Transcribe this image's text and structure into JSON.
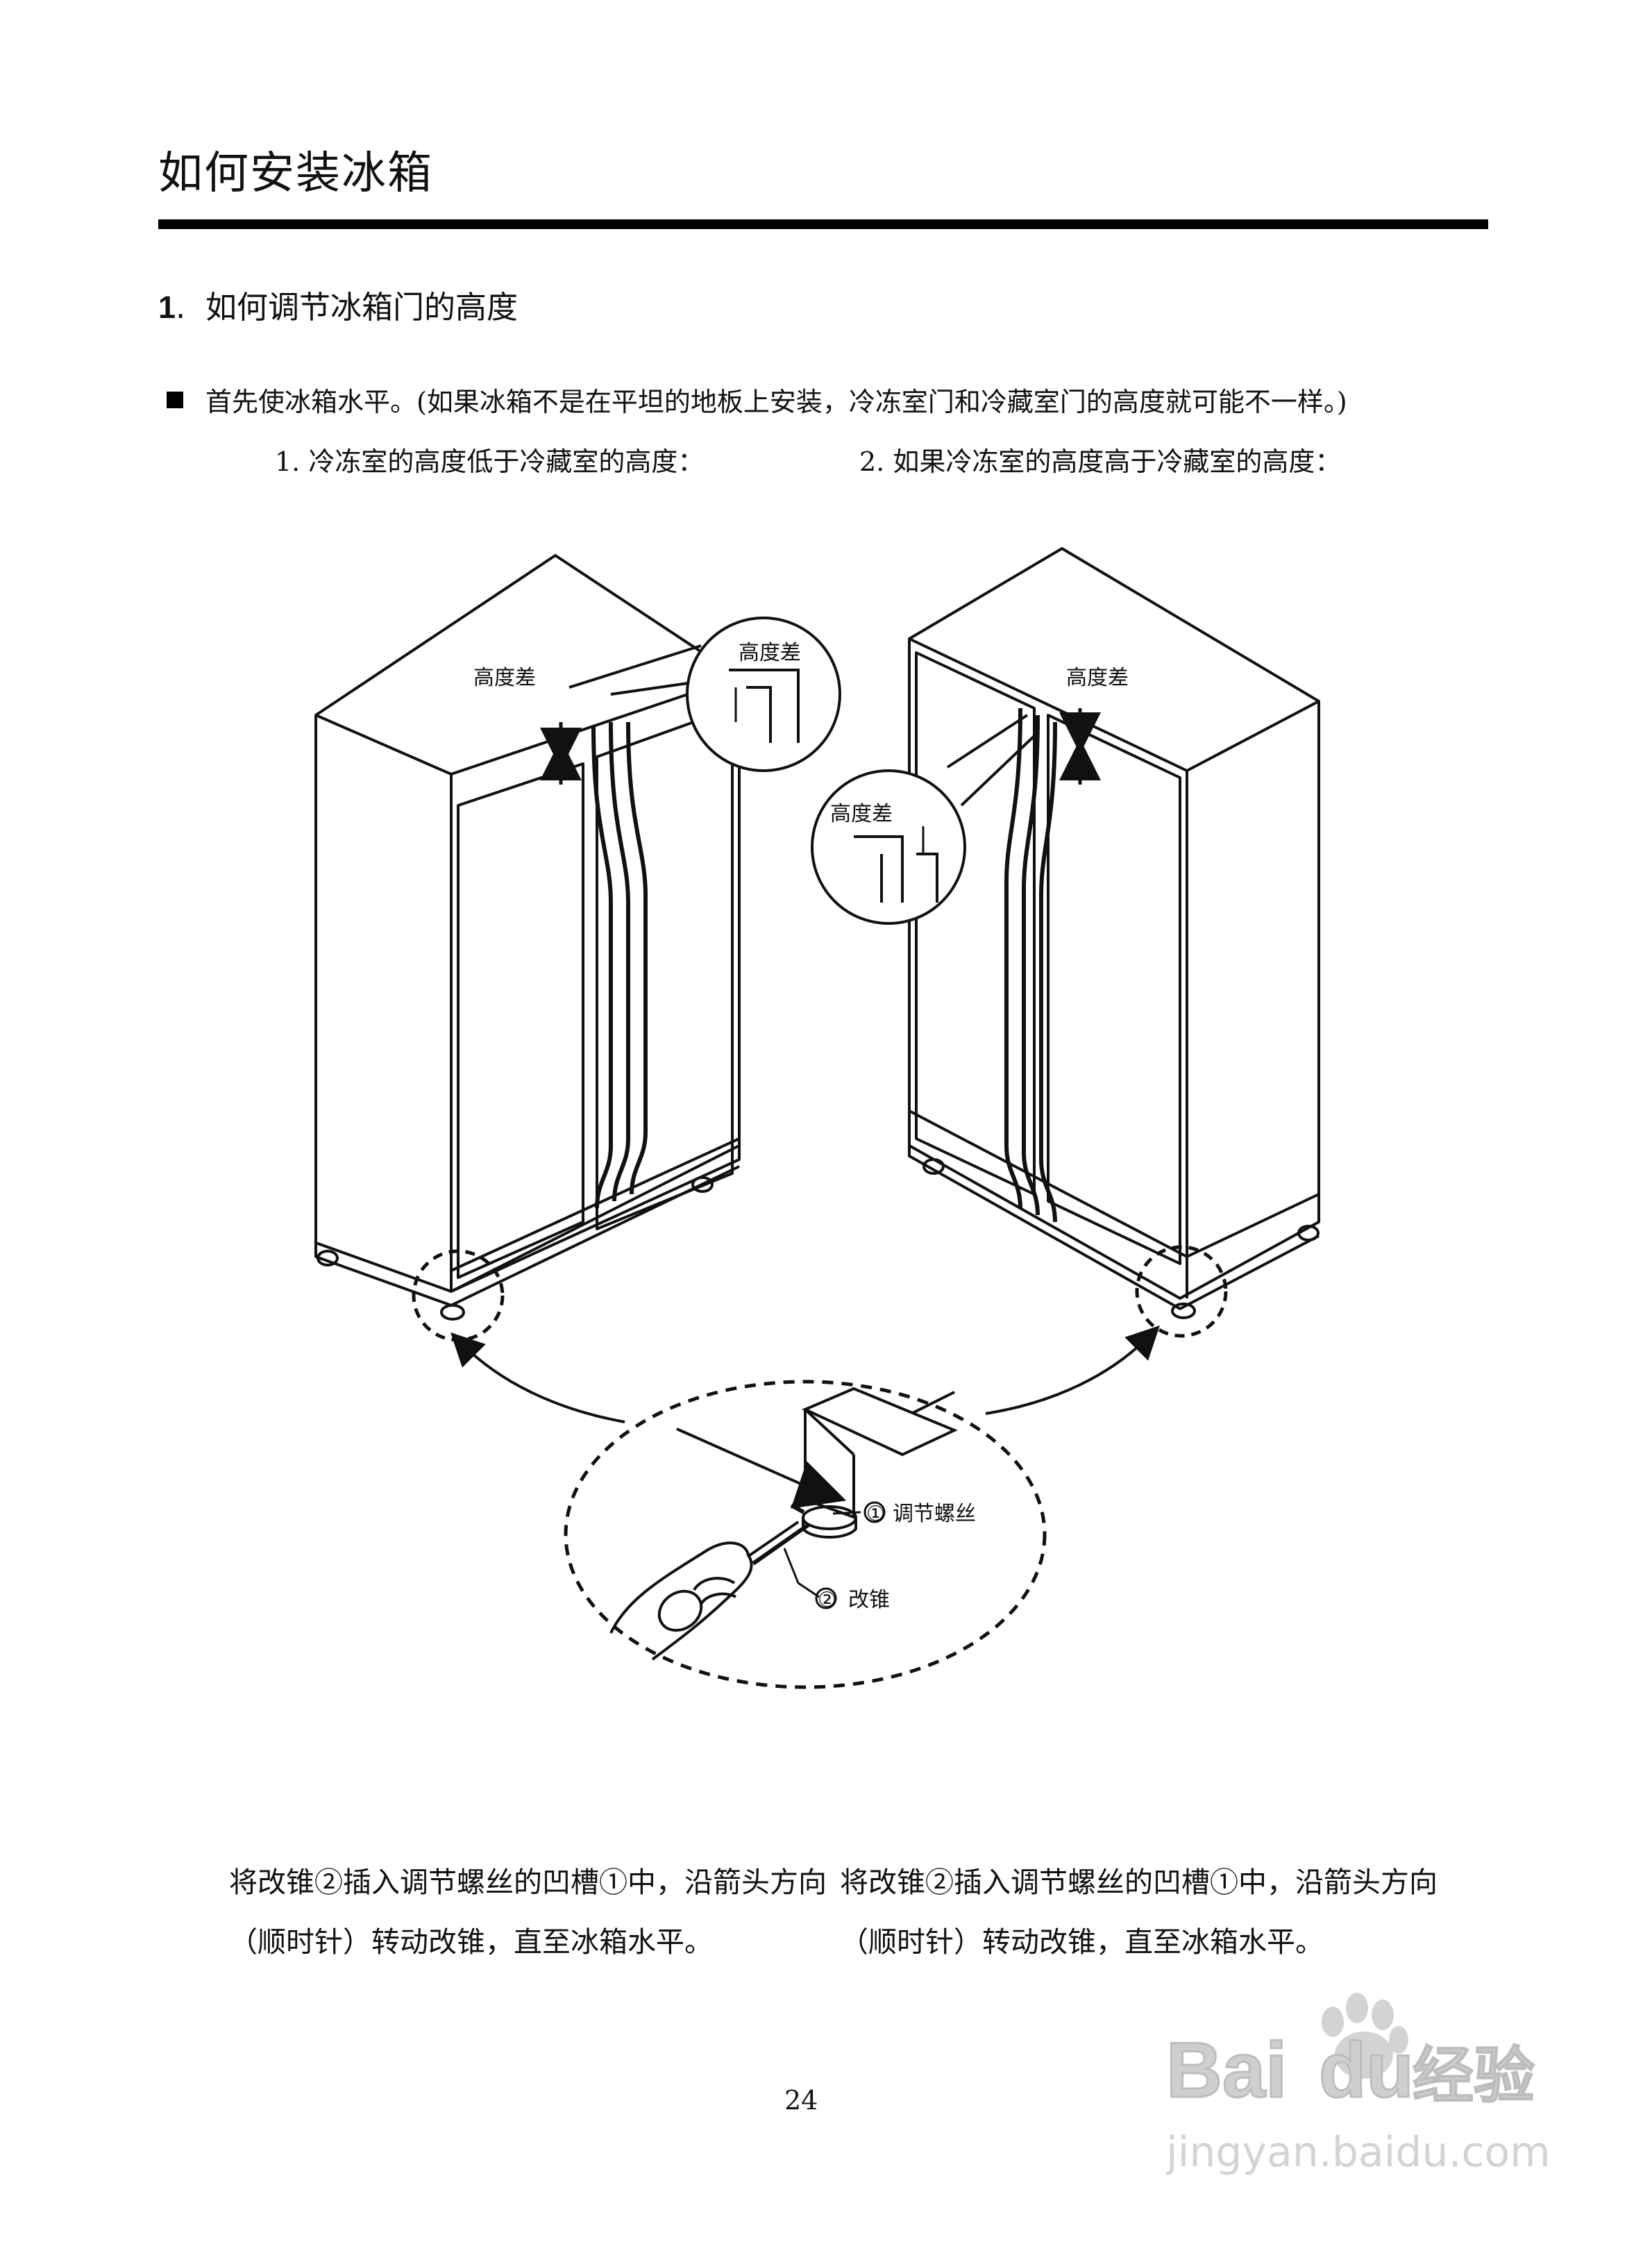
{
  "page": {
    "title": "如何安装冰箱",
    "section": {
      "number": "1",
      "separator": ".",
      "heading": "如何调节冰箱门的高度"
    },
    "intro": "首先使冰箱水平。(如果冰箱不是在平坦的地板上安装，冷冻室门和冷藏室门的高度就可能不一样。)",
    "case_left": "1. 冷冻室的高度低于冷藏室的高度：",
    "case_right": "2. 如果冷冻室的高度高于冷藏室的高度：",
    "description_left": "将改锥②插入调节螺丝的凹槽①中，沿箭头方向（顺时针）转动改锥，直至冰箱水平。",
    "description_right": "将改锥②插入调节螺丝的凹槽①中，沿箭头方向（顺时针）转动改锥，直至冰箱水平。",
    "page_number": "24"
  },
  "figure": {
    "height_diff_label": "高度差",
    "part1_marker": "①",
    "part1_label": "调节螺丝",
    "part2_marker": "②",
    "part2_label": "改锥"
  },
  "watermark": {
    "brand_left": "Bai",
    "brand_right": "du",
    "brand_suffix": "经验",
    "url": "jingyan.baidu.com",
    "icon": "paw-icon"
  },
  "colors": {
    "ink": "#111111",
    "watermark": "#9a9a9a",
    "background": "#ffffff"
  }
}
